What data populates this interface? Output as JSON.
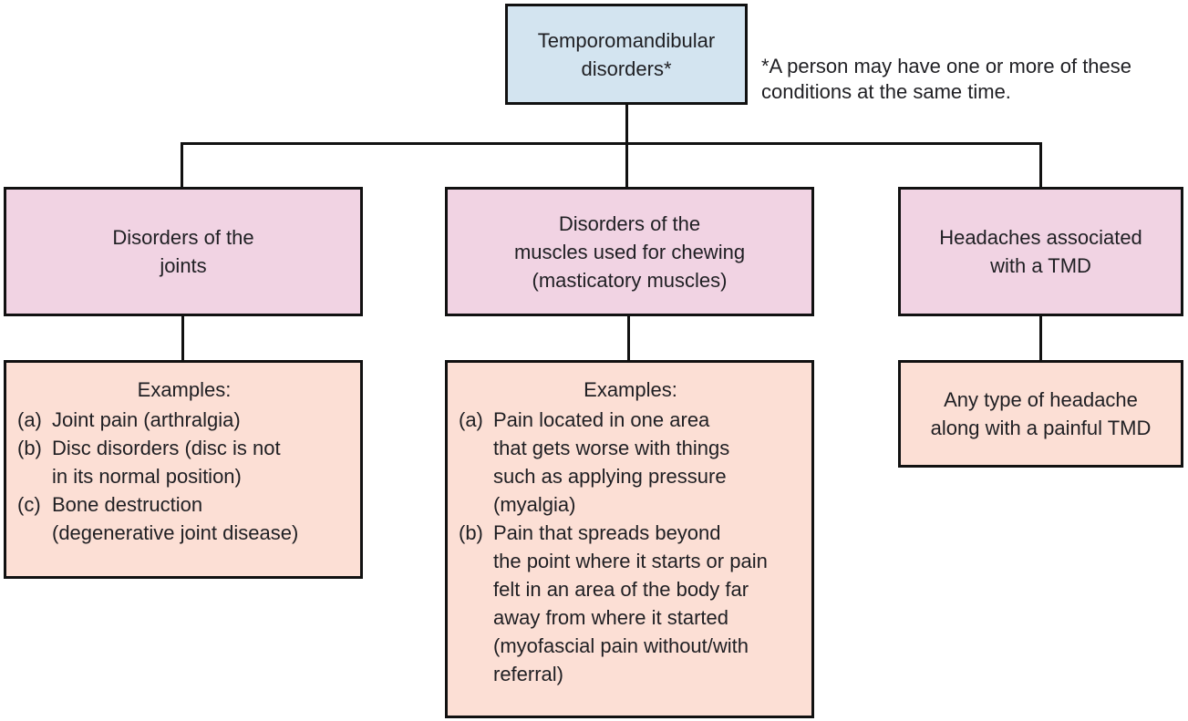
{
  "diagram": {
    "root": {
      "label": "Temporomandibular\ndisorders*"
    },
    "footnote": "*A person may have one or more of these\nconditions at the same time.",
    "branches": {
      "joints": {
        "label": "Disorders of the\njoints"
      },
      "muscles": {
        "label": "Disorders of the\nmuscles used for chewing\n(masticatory muscles)"
      },
      "headaches": {
        "label": "Headaches associated\nwith a TMD"
      }
    },
    "details": {
      "joints": {
        "heading": "Examples:",
        "items": [
          {
            "marker": "(a)",
            "text": "Joint pain (arthralgia)"
          },
          {
            "marker": "(b)",
            "text": "Disc disorders (disc is not\nin its normal position)"
          },
          {
            "marker": "(c)",
            "text": "Bone destruction\n(degenerative joint disease)"
          }
        ]
      },
      "muscles": {
        "heading": "Examples:",
        "items": [
          {
            "marker": "(a)",
            "text": "Pain located in one area\nthat gets worse with things\nsuch as applying pressure\n(myalgia)"
          },
          {
            "marker": "(b)",
            "text": "Pain that spreads beyond\nthe point where it starts or pain\nfelt in an area of the body far\naway from where it started\n(myofascial pain without/with\nreferral)"
          }
        ]
      },
      "headaches": {
        "text": "Any type of headache\nalong with a painful TMD"
      }
    },
    "colors": {
      "root_fill": "#d3e4f0",
      "branch_fill": "#f1d3e3",
      "detail_fill": "#fcdfd5",
      "line": "#111111",
      "text": "#1f1f23"
    }
  }
}
